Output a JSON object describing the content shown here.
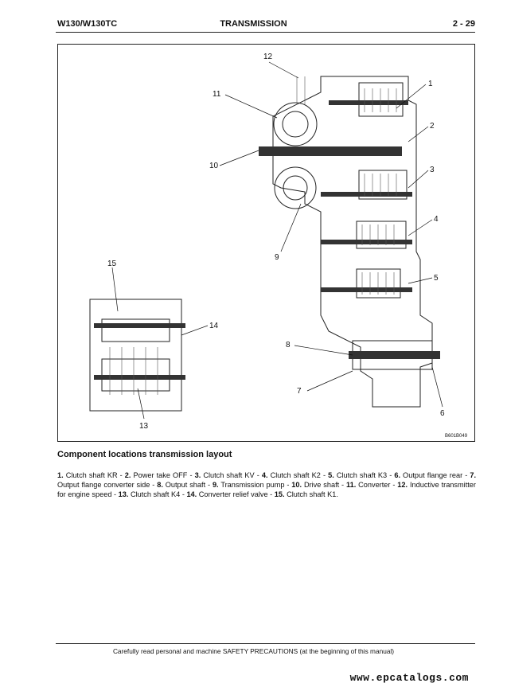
{
  "header": {
    "model": "W130/W130TC",
    "section": "TRANSMISSION",
    "page": "2 - 29"
  },
  "figure": {
    "code": "B601B049",
    "callouts": [
      "1",
      "2",
      "3",
      "4",
      "5",
      "6",
      "7",
      "8",
      "9",
      "10",
      "11",
      "12",
      "13",
      "14",
      "15"
    ]
  },
  "caption": {
    "title": "Component locations transmission layout",
    "items": [
      {
        "num": "1",
        "text": "Clutch shaft KR"
      },
      {
        "num": "2",
        "text": "Power take OFF"
      },
      {
        "num": "3",
        "text": "Clutch shaft KV"
      },
      {
        "num": "4",
        "text": "Clutch shaft K2"
      },
      {
        "num": "5",
        "text": "Clutch shaft K3"
      },
      {
        "num": "6",
        "text": "Output flange rear"
      },
      {
        "num": "7",
        "text": "Output flange converter side"
      },
      {
        "num": "8",
        "text": "Output shaft"
      },
      {
        "num": "9",
        "text": "Transmission pump"
      },
      {
        "num": "10",
        "text": "Drive shaft"
      },
      {
        "num": "11",
        "text": "Converter"
      },
      {
        "num": "12",
        "text": "Inductive transmitter for engine speed"
      },
      {
        "num": "13",
        "text": "Clutch shaft K4"
      },
      {
        "num": "14",
        "text": "Converter relief valve"
      },
      {
        "num": "15",
        "text": "Clutch shaft K1"
      }
    ]
  },
  "footer": {
    "safety_text": "Carefully read personal and machine SAFETY PRECAUTIONS (at the beginning of this manual)"
  },
  "watermark": "www.epcatalogs.com"
}
